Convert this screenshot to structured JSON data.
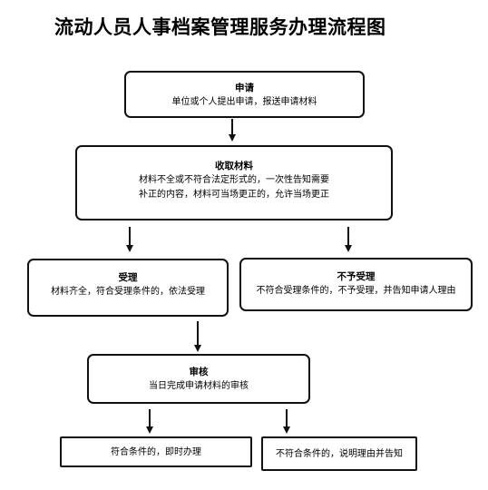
{
  "title": "流动人员人事档案管理服务办理流程图",
  "nodes": {
    "apply": {
      "heading": "申请",
      "lines": [
        "单位或个人提出申请，报送申请材料"
      ]
    },
    "collect": {
      "heading": "收取材料",
      "lines": [
        "材料不全或不符合法定形式的，一次性告知需要",
        "补正的内容，材料可当场更正的，允许当场更正"
      ]
    },
    "accept": {
      "heading": "受理",
      "lines": [
        "材料齐全，符合受理条件的，依法受理"
      ]
    },
    "reject": {
      "heading": "不予受理",
      "lines": [
        "不符合受理条件的，不予受理，并告知申请人理由"
      ]
    },
    "review": {
      "heading": "审核",
      "lines": [
        "当日完成申请材料的审核"
      ]
    },
    "approve": {
      "lines": [
        "符合条件的，即时办理"
      ]
    },
    "deny": {
      "lines": [
        "不符合条件的，说明理由并告知"
      ]
    }
  }
}
